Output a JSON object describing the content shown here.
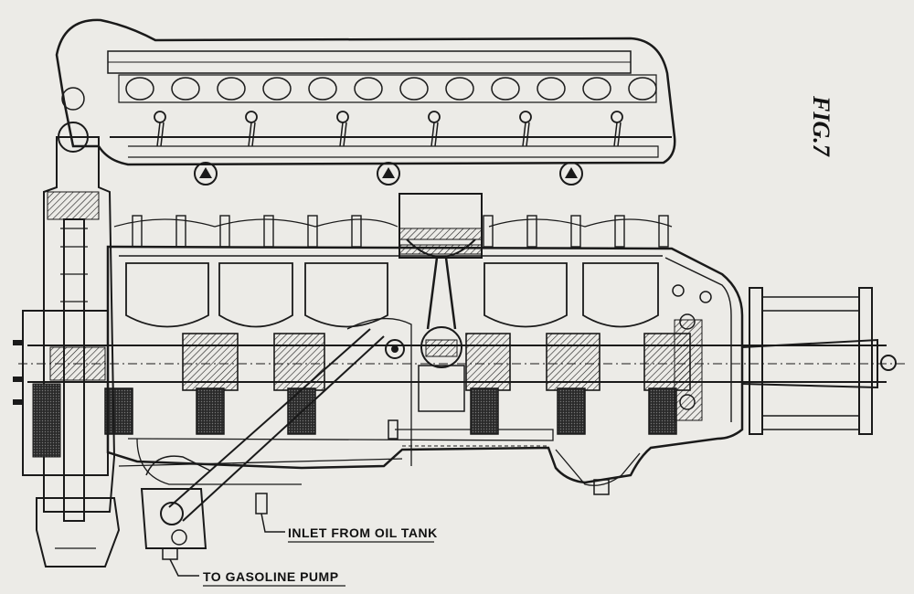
{
  "figure": {
    "number_label": "FIG.7"
  },
  "callouts": {
    "oil_inlet": "INLET FROM OIL TANK",
    "gasoline_pump": "TO GASOLINE PUMP"
  },
  "colors": {
    "paper": "#ecebe7",
    "ink": "#1a1a1a"
  }
}
